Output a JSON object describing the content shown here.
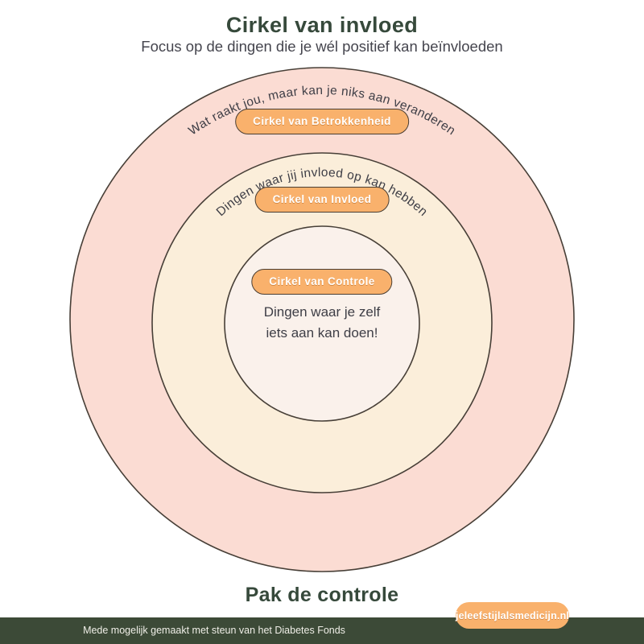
{
  "header": {
    "title": "Cirkel van invloed",
    "subtitle": "Focus op de dingen die je wél positief kan beïnvloeden"
  },
  "circles": {
    "outer": {
      "arc_label": "Wat raakt jou, maar kan je niks aan veranderen",
      "badge": "Cirkel van Betrokkenheid"
    },
    "middle": {
      "arc_label": "Dingen waar jij invloed op kan hebben",
      "badge": "Cirkel van Invloed"
    },
    "inner": {
      "badge": "Cirkel van Controle",
      "text_line1": "Dingen waar je zelf",
      "text_line2": "iets aan kan doen!"
    }
  },
  "bottom": {
    "headline": "Pak de controle"
  },
  "footer": {
    "credit": "Mede mogelijk gemaakt met steun van het Diabetes Fonds",
    "site_badge": "jeleefstijlalsmedicijn.nl"
  },
  "colors": {
    "accent_green": "#36493B",
    "subtitle_gray": "#45454E",
    "text_dark": "#3E3E46",
    "badge_orange": "#F9B16C",
    "badge_border": "#4A3E33",
    "badge_text": "#FFFFFF",
    "outer_fill": "#FBDCD3",
    "middle_fill": "#FBEEDA",
    "inner_fill": "#FAF1EB",
    "circle_border": "#473F37",
    "footer_bar": "#3C4A37",
    "footer_text": "#EFEEE7"
  }
}
